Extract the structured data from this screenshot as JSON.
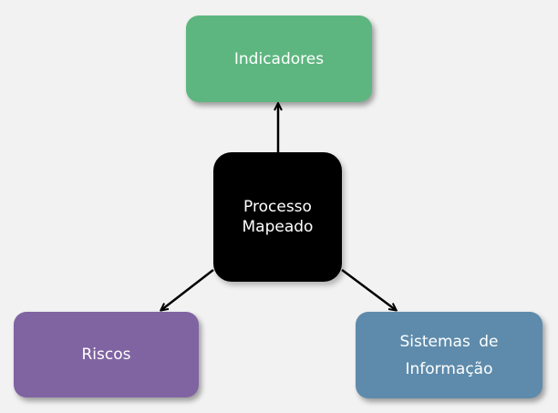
{
  "diagram": {
    "center": {
      "lines": [
        "Processo",
        "Mapeado"
      ],
      "color": "#000000"
    },
    "top": {
      "lines": [
        "Indicadores"
      ],
      "color": "#5db67f"
    },
    "left": {
      "lines": [
        "Riscos"
      ],
      "color": "#8064a2"
    },
    "right": {
      "lines": [
        "Sistemas de",
        "Informação"
      ],
      "color": "#5e8bab"
    },
    "arrow_color": "#000000"
  }
}
